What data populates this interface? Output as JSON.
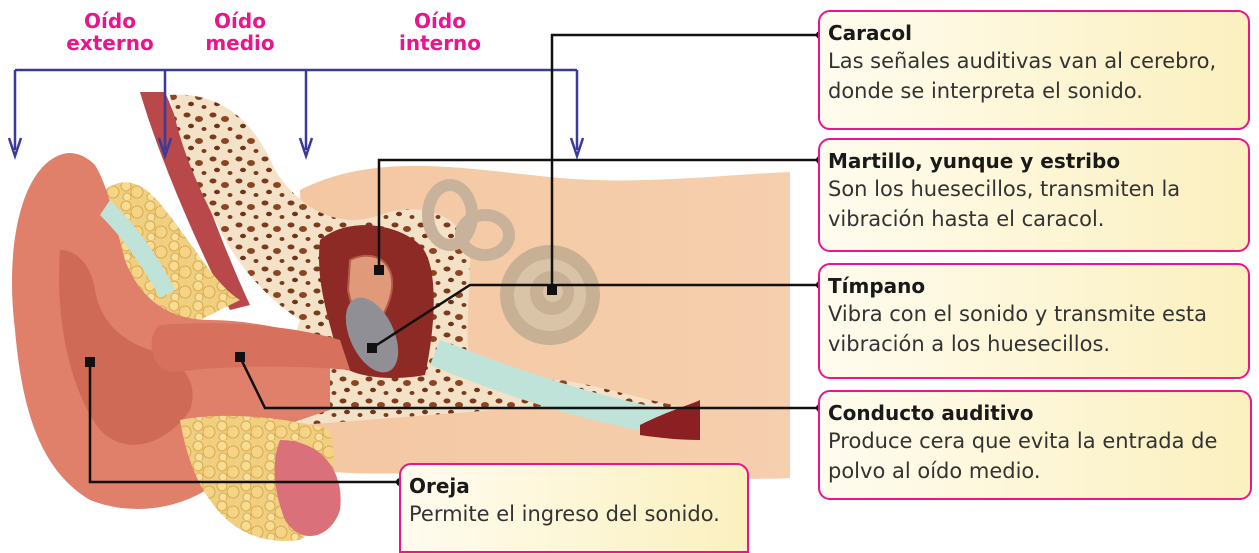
{
  "colors": {
    "accent": "#e8168c",
    "arrow": "#3a3a9a",
    "leader": "#111111",
    "box_fill_start": "#fffcef",
    "box_fill_end": "#fbf0bf"
  },
  "regions": [
    {
      "label": "Oído\nexterno"
    },
    {
      "label": "Oído\nmedio"
    },
    {
      "label": "Oído\ninterno"
    }
  ],
  "callouts": [
    {
      "title": "Caracol",
      "desc": "Las señales auditivas van al cerebro,\ndonde se interpreta el sonido."
    },
    {
      "title": "Martillo, yunque y estribo",
      "desc": "Son los huesecillos, transmiten la\nvibración hasta el caracol."
    },
    {
      "title": "Tímpano",
      "desc": "Vibra con el sonido y transmite esta\nvibración a los huesecillos."
    },
    {
      "title": "Conducto auditivo",
      "desc": "Produce cera que evita la entrada de\npolvo al oído medio."
    },
    {
      "title": "Oreja",
      "desc": "Permite el ingreso del sonido."
    }
  ]
}
